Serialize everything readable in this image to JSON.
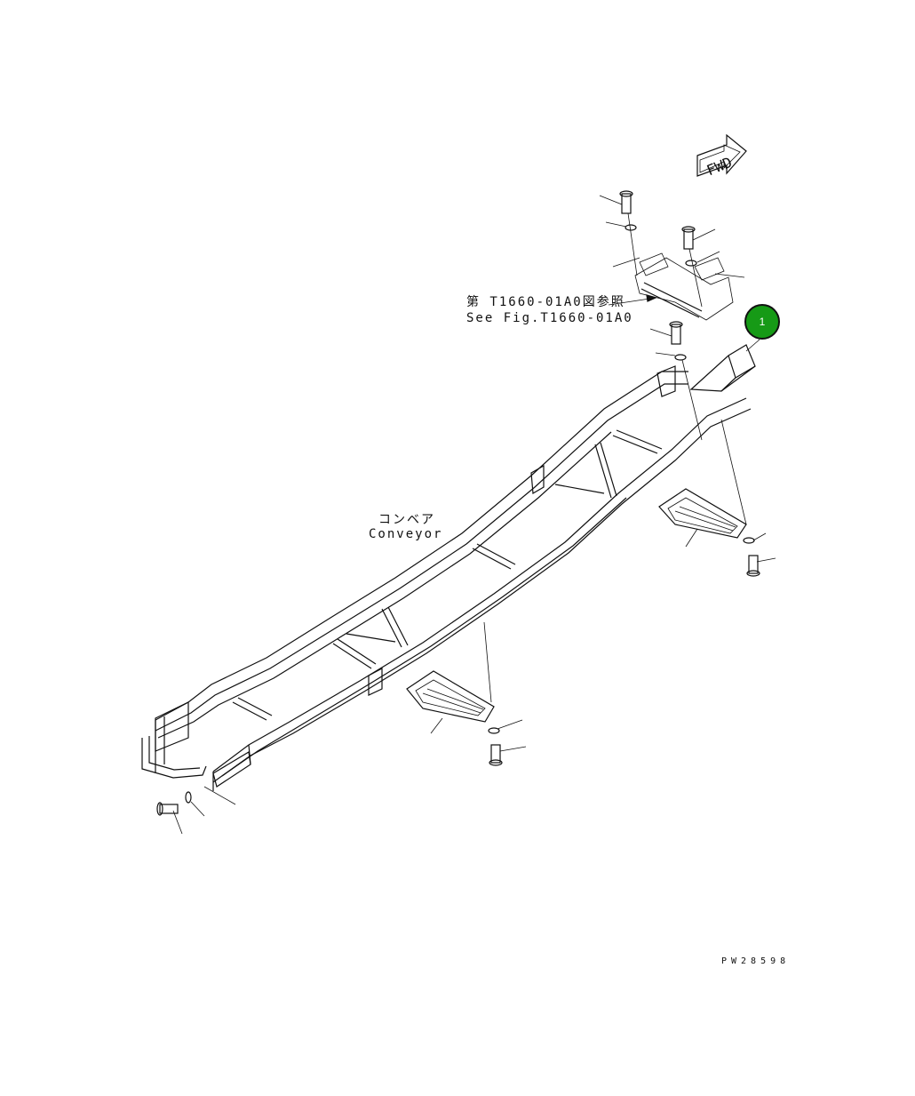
{
  "labels": {
    "ref_jp": "第 T1660-01A0図参照",
    "ref_en": "See Fig.T1660-01A0",
    "conveyor_jp": "コンベア",
    "conveyor_en": "Conveyor",
    "drawing_id": "PW28598",
    "fwd": "FWD"
  },
  "callouts": [
    {
      "number": "1",
      "color": "#169a16"
    }
  ]
}
